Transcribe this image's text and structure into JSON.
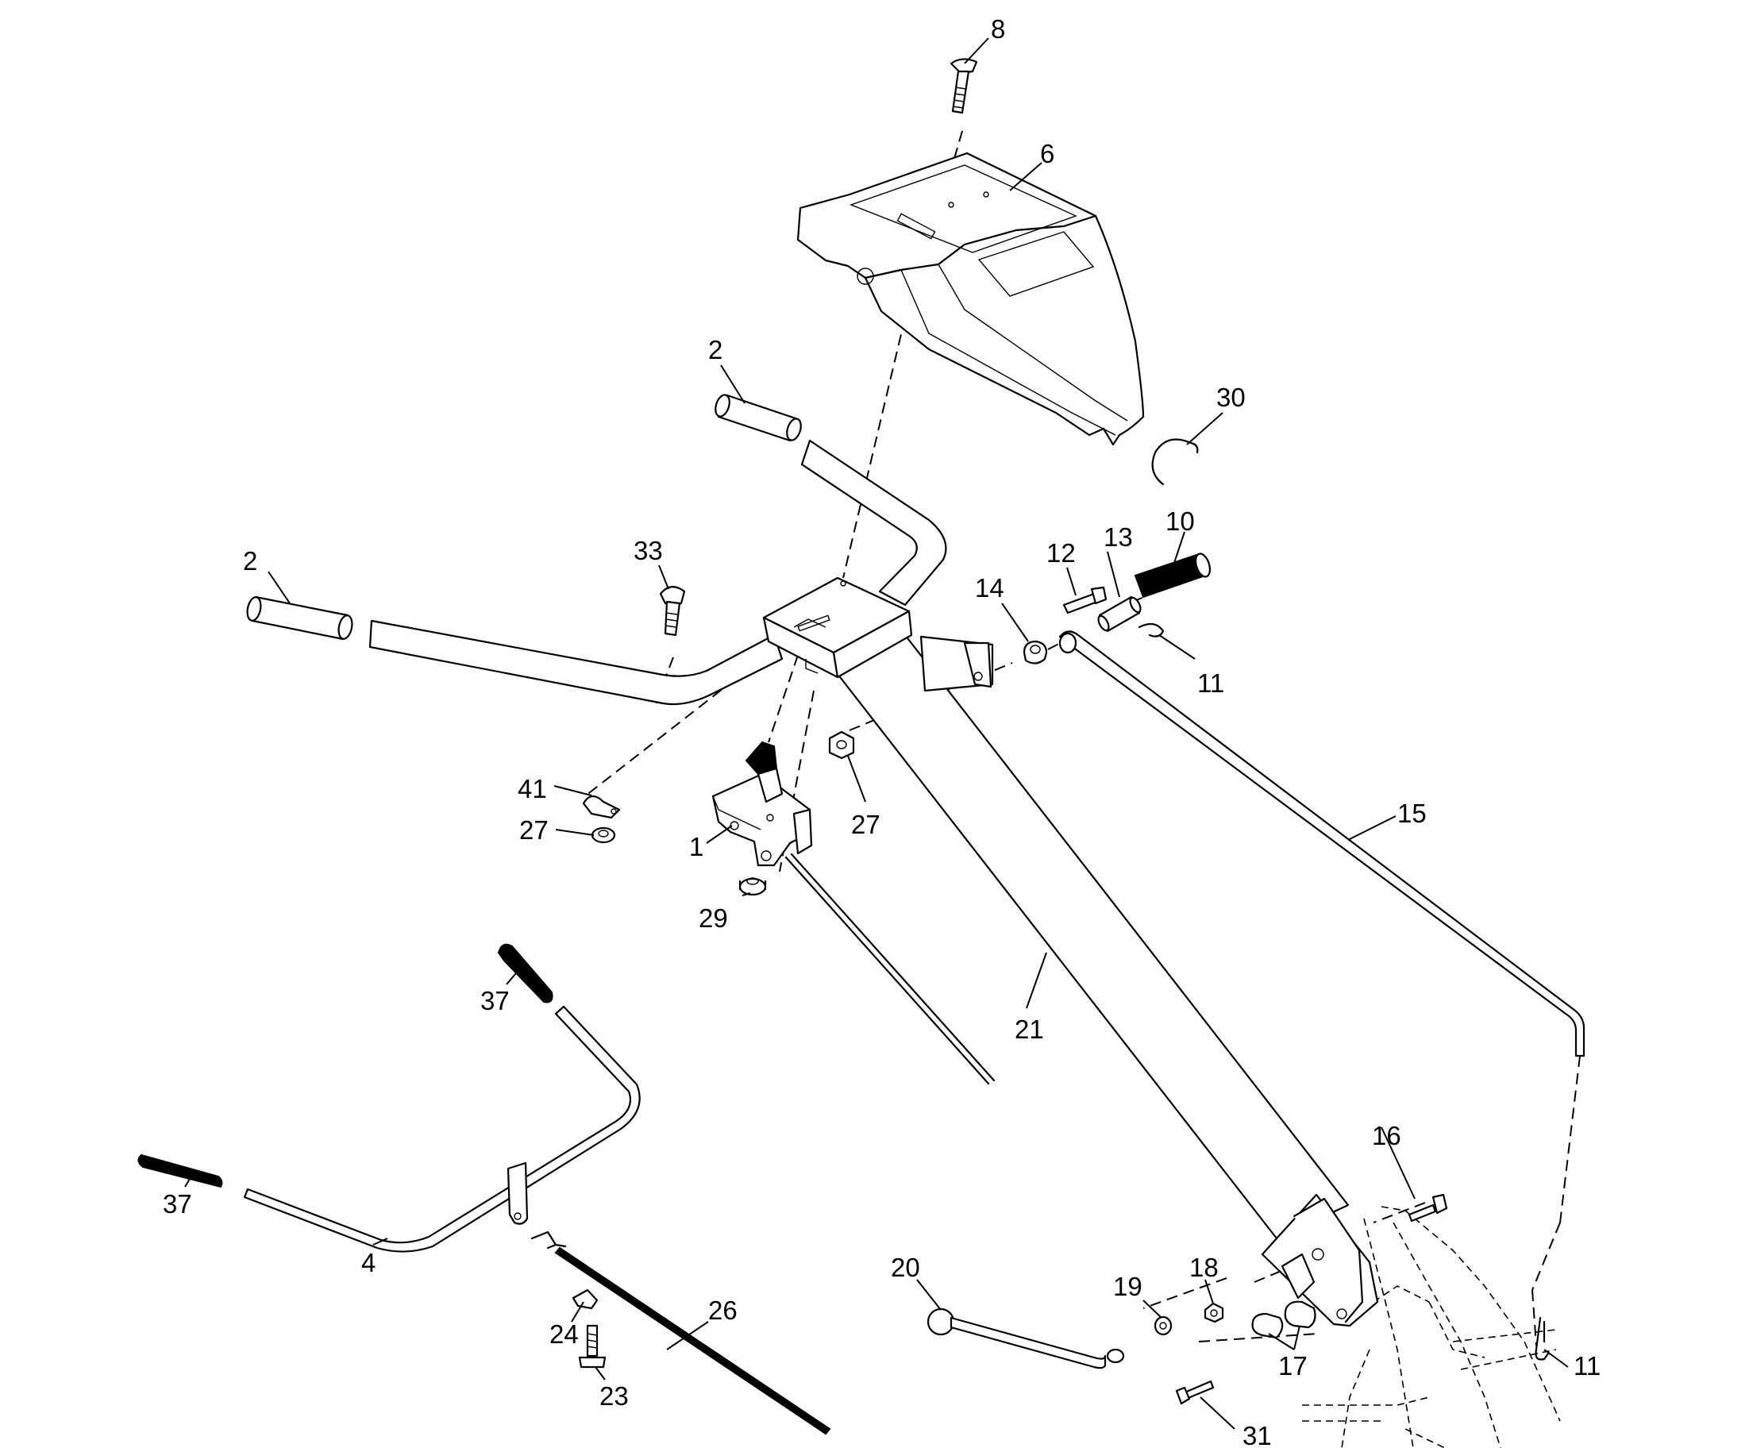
{
  "diagram": {
    "callouts": [
      {
        "id": "c8",
        "text": "8"
      },
      {
        "id": "c6",
        "text": "6"
      },
      {
        "id": "c2a",
        "text": "2"
      },
      {
        "id": "c30",
        "text": "30"
      },
      {
        "id": "c2b",
        "text": "2"
      },
      {
        "id": "c33",
        "text": "33"
      },
      {
        "id": "c10",
        "text": "10"
      },
      {
        "id": "c12",
        "text": "12"
      },
      {
        "id": "c13",
        "text": "13"
      },
      {
        "id": "c14",
        "text": "14"
      },
      {
        "id": "c11a",
        "text": "11"
      },
      {
        "id": "c41",
        "text": "41"
      },
      {
        "id": "c27a",
        "text": "27"
      },
      {
        "id": "c27b",
        "text": "27"
      },
      {
        "id": "c1",
        "text": "1"
      },
      {
        "id": "c15",
        "text": "15"
      },
      {
        "id": "c29",
        "text": "29"
      },
      {
        "id": "c37a",
        "text": "37"
      },
      {
        "id": "c21",
        "text": "21"
      },
      {
        "id": "c37b",
        "text": "37"
      },
      {
        "id": "c16",
        "text": "16"
      },
      {
        "id": "c4",
        "text": "4"
      },
      {
        "id": "c20",
        "text": "20"
      },
      {
        "id": "c18",
        "text": "18"
      },
      {
        "id": "c19",
        "text": "19"
      },
      {
        "id": "c26",
        "text": "26"
      },
      {
        "id": "c24",
        "text": "24"
      },
      {
        "id": "c17",
        "text": "17"
      },
      {
        "id": "c11b",
        "text": "11"
      },
      {
        "id": "c23",
        "text": "23"
      },
      {
        "id": "c31",
        "text": "31"
      }
    ]
  }
}
